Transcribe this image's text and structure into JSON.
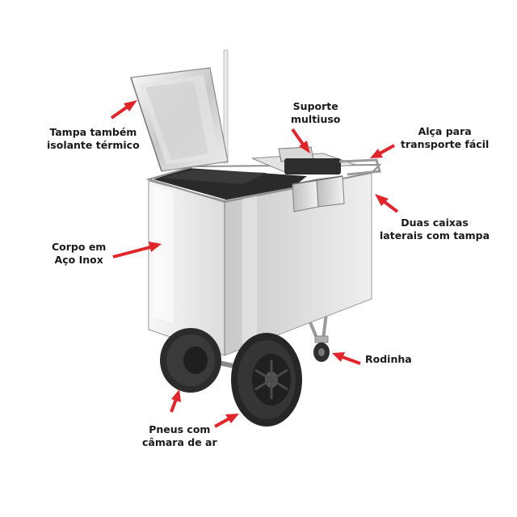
{
  "labels": {
    "tampa": [
      "Tampa também",
      "isolante térmico"
    ],
    "suporte": [
      "Suporte",
      "multiuso"
    ],
    "alca": [
      "Alça para",
      "transporte fácil"
    ],
    "caixas": [
      "Duas caixas",
      "laterais com tampa"
    ],
    "corpo": [
      "Corpo em",
      "Aço Inox"
    ],
    "rodinha": [
      "Rodinha"
    ],
    "pneus": [
      "Pneus com",
      "câmara de ar"
    ]
  },
  "colors": {
    "arrow": "#e0262b",
    "text": "#1a1a1a",
    "steel_light": "#f1f1f1",
    "steel_mid": "#d2d2d2",
    "tire": "#2b2b2b"
  }
}
